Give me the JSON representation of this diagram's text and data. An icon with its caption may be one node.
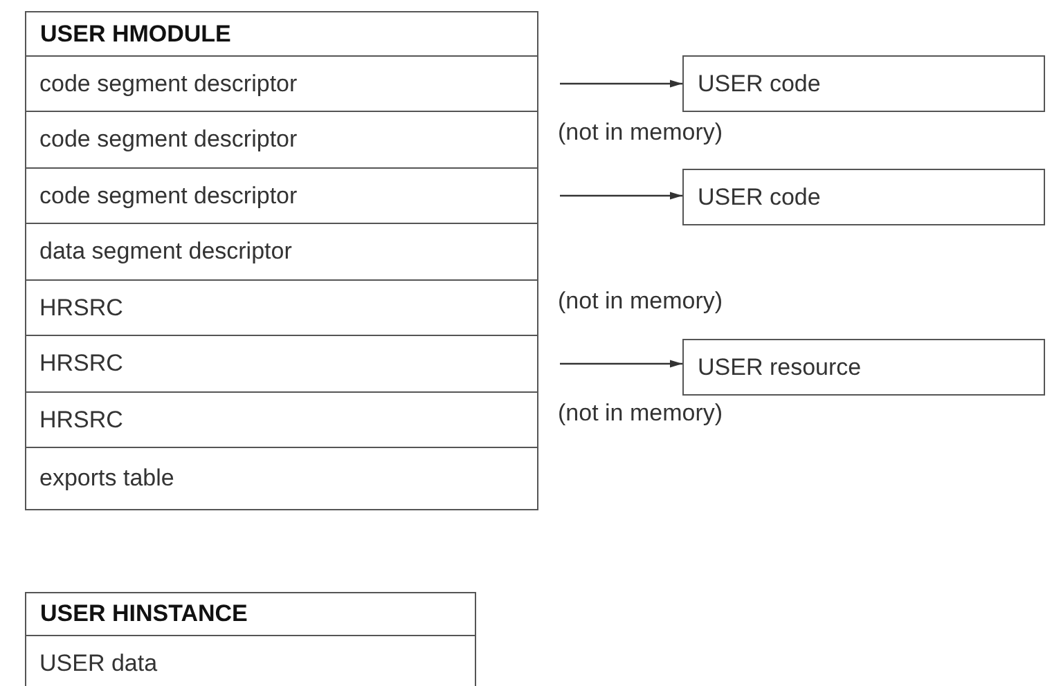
{
  "diagram": {
    "nodes": [
      {
        "text": [
          "USER HMODULE"
        ]
      },
      {
        "text": [
          "code segment descriptor"
        ],
        "in": 0
      },
      {
        "text": [
          "code segment descriptor"
        ],
        "in": 0,
        "beside": [
          "(not in memory)"
        ]
      },
      {
        "text": [
          "code segment descriptor"
        ],
        "in": 0
      },
      {
        "text": [
          "data segment descriptor"
        ],
        "in": 0
      },
      {
        "text": [
          "HRSRC"
        ],
        "in": 0,
        "beside": [
          "(not in memory)"
        ]
      },
      {
        "text": [
          "HRSRC"
        ],
        "in": 0
      },
      {
        "text": [
          "HRSRC"
        ],
        "in": 0,
        "beside": [
          "(not in memory)"
        ]
      },
      {
        "text": [
          "exports table"
        ],
        "in": 0
      },
      {
        "text": [
          "USER code"
        ]
      },
      {
        "text": [
          "USER code"
        ]
      },
      {
        "text": [
          "USER resource"
        ]
      },
      {
        "text": [
          "USER HINSTANCE"
        ]
      },
      {
        "text": [
          "USER data"
        ],
        "in": 12
      }
    ],
    "edges": [
      {
        "from": 1,
        "to": 9,
        "arrow": "to"
      },
      {
        "from": 3,
        "to": 10,
        "arrow": "to"
      },
      {
        "from": 6,
        "to": 11,
        "arrow": "to"
      }
    ]
  }
}
